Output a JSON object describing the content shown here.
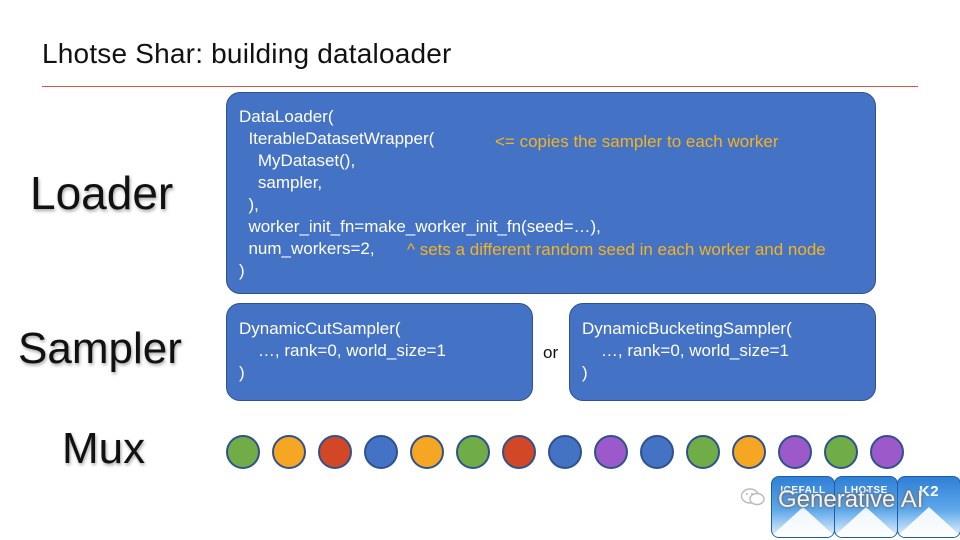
{
  "slide": {
    "title": "Lhotse Shar: building dataloader"
  },
  "labels": {
    "loader": "Loader",
    "sampler": "Sampler",
    "mux": "Mux"
  },
  "loader_box": {
    "lines": [
      "DataLoader(",
      "  IterableDatasetWrapper(",
      "    MyDataset(),",
      "    sampler,",
      "  ),",
      "  worker_init_fn=make_worker_init_fn(seed=…),",
      "  num_workers=2,",
      ")"
    ],
    "annotation_copies": "<= copies the sampler to each worker",
    "annotation_seed": "^ sets a different random seed in each worker and node"
  },
  "sampler_a": {
    "lines": [
      "DynamicCutSampler(",
      "    …, rank=0, world_size=1",
      ")"
    ]
  },
  "sampler_b": {
    "lines": [
      "DynamicBucketingSampler(",
      "    …, rank=0, world_size=1",
      ")"
    ]
  },
  "or_text": "or",
  "mux": {
    "colors": {
      "green": "#70ad47",
      "orange": "#f5a623",
      "red": "#d24726",
      "blue": "#4472c4",
      "purple": "#9b59c9"
    },
    "dots": [
      "green",
      "orange",
      "red",
      "blue",
      "orange",
      "green",
      "red",
      "blue",
      "purple",
      "blue",
      "green",
      "orange",
      "purple",
      "green",
      "purple"
    ]
  },
  "watermark": {
    "text": "Generative AI",
    "logos": [
      "ICEFALL",
      "LHOTSE",
      "K2"
    ]
  }
}
